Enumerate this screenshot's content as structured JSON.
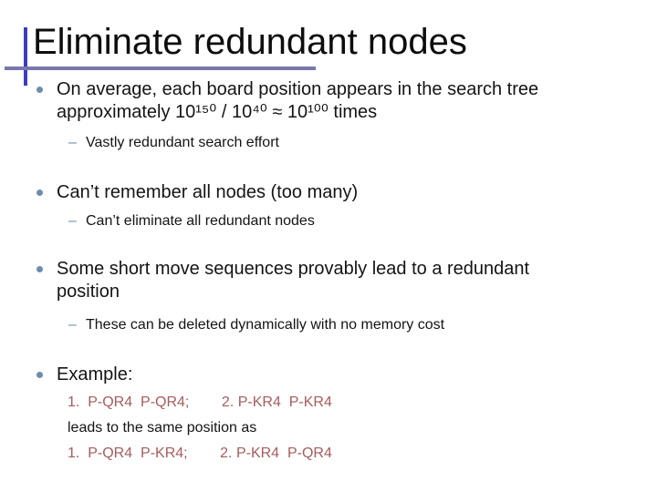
{
  "slide": {
    "title": "Eliminate redundant nodes",
    "glyphs": {
      "dash": "–"
    },
    "bullets": {
      "b1": "On average, each board position appears in the search tree\napproximately 10¹⁵⁰ / 10⁴⁰ ≈ 10¹⁰⁰ times",
      "b1_sub": "Vastly redundant search effort",
      "b2": "Can’t remember all nodes (too many)",
      "b2_sub": "Can’t eliminate all redundant nodes",
      "b3": "Some short move sequences provably lead to a redundant\nposition",
      "b3_sub": "These can be deleted dynamically with no memory cost",
      "b4": "Example:"
    },
    "example": {
      "line1": "1.  P-QR4  P-QR4;        2. P-KR4  P-KR4",
      "line2": "leads to the same position as",
      "line3": "1.  P-QR4  P-KR4;        2. P-KR4  P-QR4"
    },
    "colors": {
      "move_text": "#A65C5C",
      "bullet": "#6D8DAE",
      "accent_vertical": "#3D3DBE",
      "accent_horizontal": "#7878AD"
    }
  }
}
